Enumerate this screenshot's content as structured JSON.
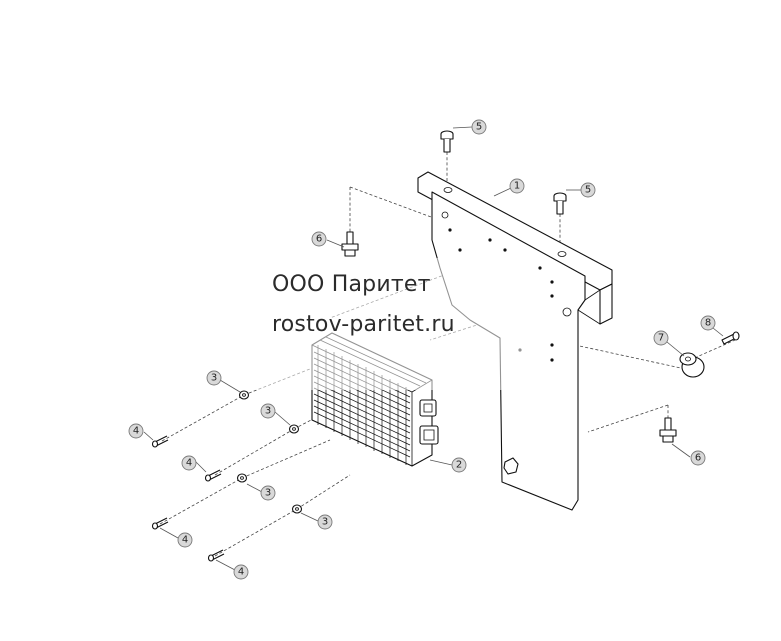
{
  "diagram": {
    "callouts": [
      {
        "id": "c1",
        "label": "1"
      },
      {
        "id": "c2",
        "label": "2"
      },
      {
        "id": "c3a",
        "label": "3"
      },
      {
        "id": "c3b",
        "label": "3"
      },
      {
        "id": "c3c",
        "label": "3"
      },
      {
        "id": "c3d",
        "label": "3"
      },
      {
        "id": "c4a",
        "label": "4"
      },
      {
        "id": "c4b",
        "label": "4"
      },
      {
        "id": "c4c",
        "label": "4"
      },
      {
        "id": "c4d",
        "label": "4"
      },
      {
        "id": "c5a",
        "label": "5"
      },
      {
        "id": "c5b",
        "label": "5"
      },
      {
        "id": "c6a",
        "label": "6"
      },
      {
        "id": "c6b",
        "label": "6"
      },
      {
        "id": "c7",
        "label": "7"
      },
      {
        "id": "c8",
        "label": "8"
      }
    ]
  },
  "watermark": {
    "company": "ООО Паритет",
    "website": "rostov-paritet.ru"
  }
}
